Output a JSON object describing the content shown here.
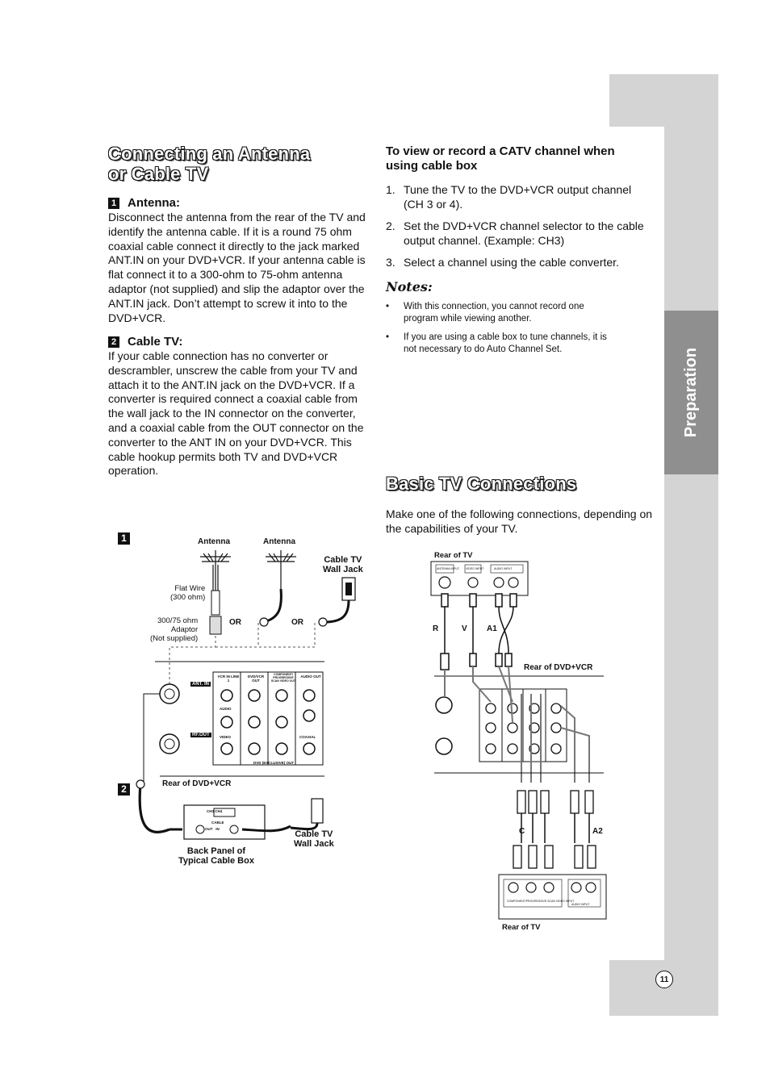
{
  "sidebar": {
    "section_label": "Preparation",
    "page_number": "11"
  },
  "left": {
    "title_line1": "Connecting an Antenna",
    "title_line2": "or Cable TV",
    "antenna": {
      "num": "1",
      "heading": "Antenna:",
      "text": "Disconnect the antenna from the rear of the TV and identify the antenna cable. If it is a round 75 ohm coaxial cable connect it directly to the jack marked ANT.IN on your DVD+VCR. If your antenna cable is flat connect it to a 300-ohm to 75-ohm antenna adaptor (not supplied) and slip the adaptor over the ANT.IN jack. Don’t attempt to screw it into to the DVD+VCR."
    },
    "cable": {
      "num": "2",
      "heading": "Cable TV:",
      "text": "If your cable connection has no converter or descrambler, unscrew the cable from your TV and attach it to the ANT.IN jack on the DVD+VCR. If a converter is required connect a coaxial cable from the wall jack to the IN connector on the converter, and a coaxial cable from the OUT connector on the converter to the ANT IN on your DVD+VCR. This cable hookup permits both TV and DVD+VCR operation."
    }
  },
  "right": {
    "catv_heading": "To view or record a CATV channel when using cable box",
    "steps": [
      {
        "n": "1.",
        "text": "Tune the TV to the DVD+VCR output channel (CH 3 or 4)."
      },
      {
        "n": "2.",
        "text": "Set the DVD+VCR channel selector to the cable output channel. (Example: CH3)"
      },
      {
        "n": "3.",
        "text": "Select a channel using the cable converter."
      }
    ],
    "notes_heading": "Notes:",
    "notes": [
      "With this connection, you cannot record one program while viewing another.",
      "If you are using a cable box to tune channels, it is not necessary to do Auto Channel Set."
    ],
    "basic_title": "Basic TV Connections",
    "basic_intro": "Make one of the following connections, depending on the capabilities of your TV."
  },
  "diagram_left": {
    "box1": "1",
    "box2": "2",
    "antenna1": "Antenna",
    "antenna2": "Antenna",
    "cable_wall_jack": "Cable TV\nWall Jack",
    "flat_wire": "Flat Wire\n(300 ohm)",
    "adaptor": "300/75 ohm\nAdaptor\n(Not supplied)",
    "or1": "OR",
    "or2": "OR",
    "ant_in": "ANT. IN",
    "rf_out": "RF.OUT",
    "panel_labels": [
      "VCR IN LINE 1",
      "DVD/VCR OUT",
      "COMPONENT/ PROGRESSIVE SCAN VIDEO OUT",
      "AUDIO OUT"
    ],
    "row_audio": "AUDIO",
    "row_video": "VIDEO",
    "coaxial": "COAXIAL",
    "dvd_exclusive": "DVD (EXCLUSIVE) OUT",
    "rear_dvd_vcr": "Rear of DVD+VCR",
    "ch_switch": "CH3  CH4",
    "cable_label": "CABLE",
    "in_out": "OUT   IN",
    "cable_wall_jack2": "Cable TV\nWall Jack",
    "back_panel": "Back Panel of\nTypical Cable Box"
  },
  "diagram_right": {
    "rear_tv_top": "Rear of TV",
    "tv_top_jacks": [
      "ANTENNA INPUT",
      "VIDEO INPUT",
      "AUDIO INPUT"
    ],
    "r": "R",
    "v": "V",
    "a1": "A1",
    "rear_dvd_vcr": "Rear of DVD+VCR",
    "c": "C",
    "a2": "A2",
    "tv_bottom_labels": [
      "COMPONENT/PROGRESSIVE SCAN VIDEO INPUT",
      "AUDIO INPUT"
    ],
    "rear_tv_bottom": "Rear of TV"
  }
}
